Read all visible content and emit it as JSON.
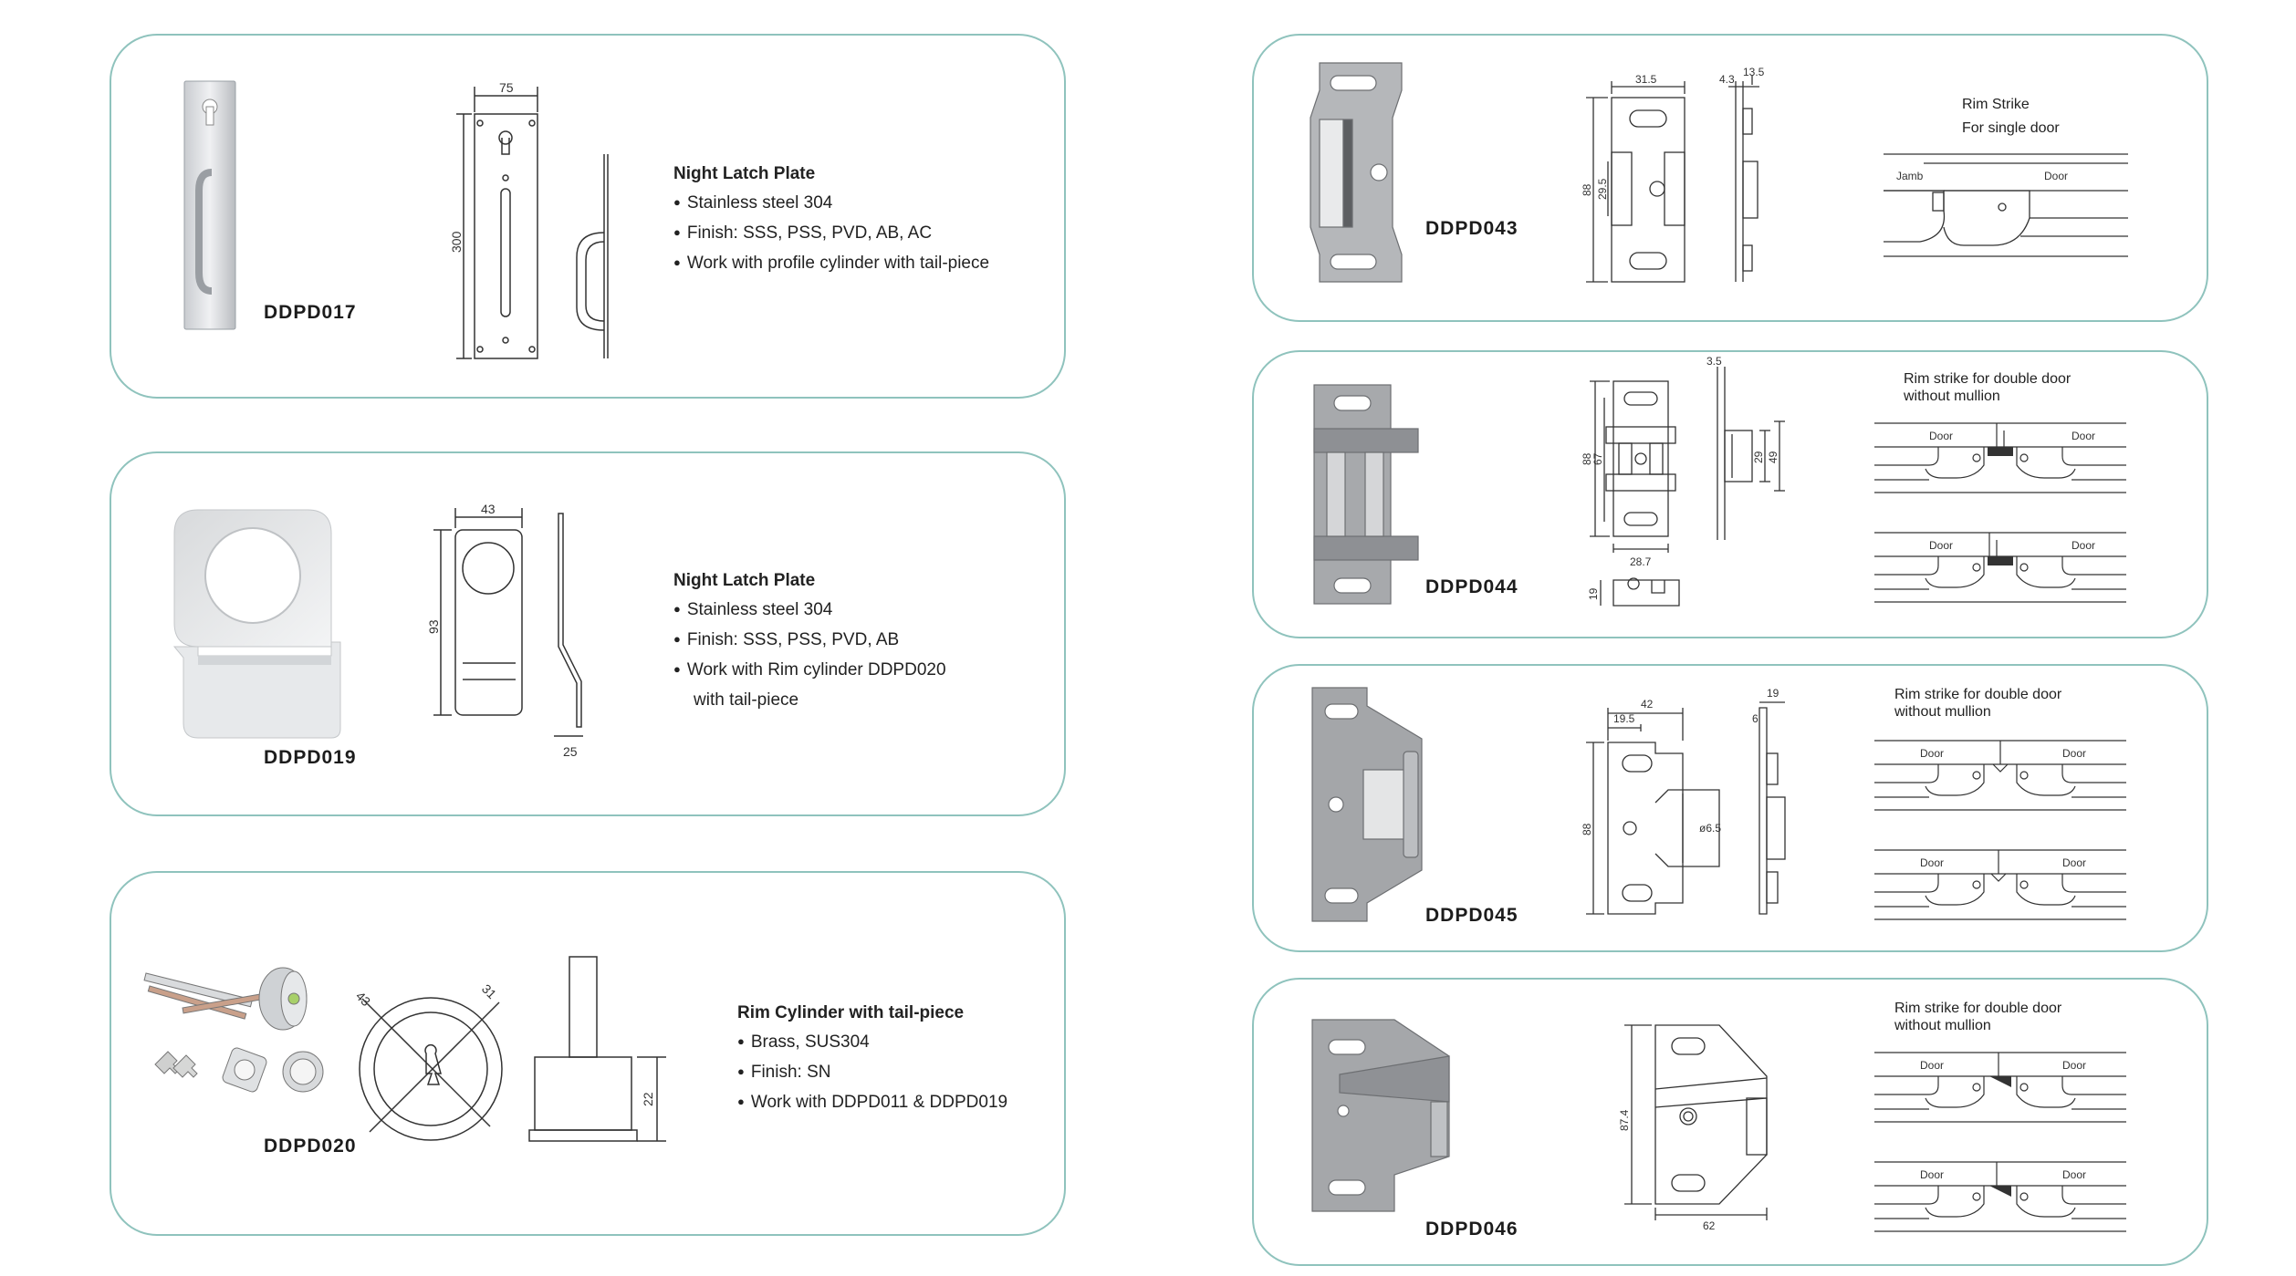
{
  "cards": {
    "ddpd017": {
      "code": "DDPD017",
      "title": "Night Latch Plate",
      "bullets": [
        "Stainless steel 304",
        "Finish:  SSS,  PSS,  PVD,  AB,  AC",
        "Work with profile cylinder with tail-piece"
      ],
      "dims": {
        "width": "75",
        "height": "300"
      }
    },
    "ddpd019": {
      "code": "DDPD019",
      "title": "Night Latch Plate",
      "bullets": [
        "Stainless steel 304",
        "Finish:  SSS,  PSS,  PVD,  AB",
        "Work with Rim cylinder DDPD020"
      ],
      "cont": "with tail-piece",
      "dims": {
        "width": "43",
        "height": "93",
        "depth": "25"
      }
    },
    "ddpd020": {
      "code": "DDPD020",
      "title": "Rim Cylinder with tail-piece",
      "bullets": [
        "Brass, SUS304",
        "Finish:  SN",
        "Work with DDPD011 & DDPD019"
      ],
      "dims": {
        "outer": "43",
        "inner": "31",
        "height": "22"
      }
    },
    "ddpd043": {
      "code": "DDPD043",
      "label1": "Rim Strike",
      "label2": "For single door",
      "jamb": "Jamb",
      "door": "Door",
      "dims": {
        "w": "31.5",
        "t1": "4.3",
        "t2": "13.5",
        "h": "88",
        "h2": "29.5"
      }
    },
    "ddpd044": {
      "code": "DDPD044",
      "label1": "Rim strike for double door",
      "label2": "without mullion",
      "door": "Door",
      "dims": {
        "t": "3.5",
        "h": "88",
        "h2": "67",
        "w": "28.7",
        "d": "29",
        "d2": "49",
        "s": "19"
      }
    },
    "ddpd045": {
      "code": "DDPD045",
      "label1": "Rim strike for double door",
      "label2": "without mullion",
      "door": "Door",
      "dims": {
        "w": "42",
        "w2": "19.5",
        "h": "88",
        "hole": "ø6.5",
        "t": "19",
        "t2": "6"
      }
    },
    "ddpd046": {
      "code": "DDPD046",
      "label1": "Rim strike for double door",
      "label2": "without mullion",
      "door": "Door",
      "dims": {
        "h": "87.4",
        "w": "62"
      }
    }
  },
  "colors": {
    "border": "#8fc3bd",
    "metal": "#a9a9a9",
    "line": "#333333"
  }
}
